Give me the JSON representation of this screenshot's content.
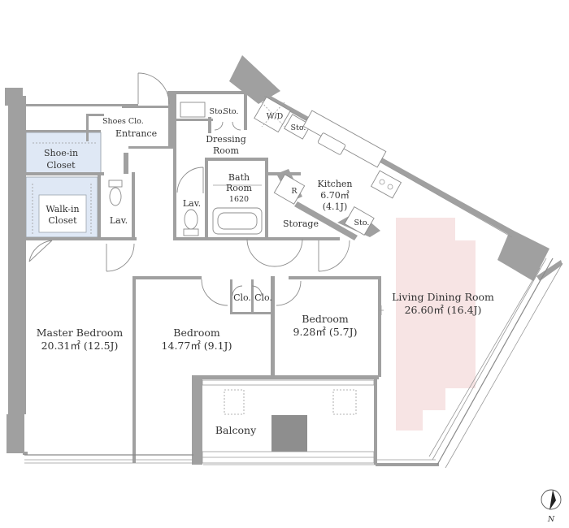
{
  "rooms": {
    "shoes_closet": "Shoes Clo.",
    "entrance": "Entrance",
    "shoe_in_closet_1": "Shoe-in",
    "shoe_in_closet_2": "Closet",
    "walk_in_closet_1": "Walk-in",
    "walk_in_closet_2": "Closet",
    "lav_1": "Lav.",
    "lav_2": "Lav.",
    "storage_1": "Sto.",
    "storage_2": "Sto.",
    "storage_3": "Sto.",
    "storage_4": "Sto.",
    "wd": "W/D",
    "dressing_room_1": "Dressing",
    "dressing_room_2": "Room",
    "bath_1": "Bath",
    "bath_2": "Room",
    "bath_size": "1620",
    "kitchen_name": "Kitchen",
    "kitchen_area": "6.70㎡",
    "kitchen_j": "(4.1J)",
    "fridge": "R",
    "storage_room": "Storage",
    "living_name": "Living Dining Room",
    "living_area": "26.60㎡ (16.4J)",
    "master_name": "Master Bedroom",
    "master_area": "20.31㎡ (12.5J)",
    "bedroom2_name": "Bedroom",
    "bedroom2_area": "14.77㎡ (9.1J)",
    "bedroom3_name": "Bedroom",
    "bedroom3_area": "9.28㎡ (5.7J)",
    "closet_1": "Clo.",
    "closet_2": "Clo.",
    "balcony": "Balcony"
  },
  "compass_label": "N",
  "colors": {
    "wall": "#a0a0a0",
    "closet_fill": "#dfe8f5",
    "living_fill": "#f7e4e4",
    "text": "#333333"
  }
}
